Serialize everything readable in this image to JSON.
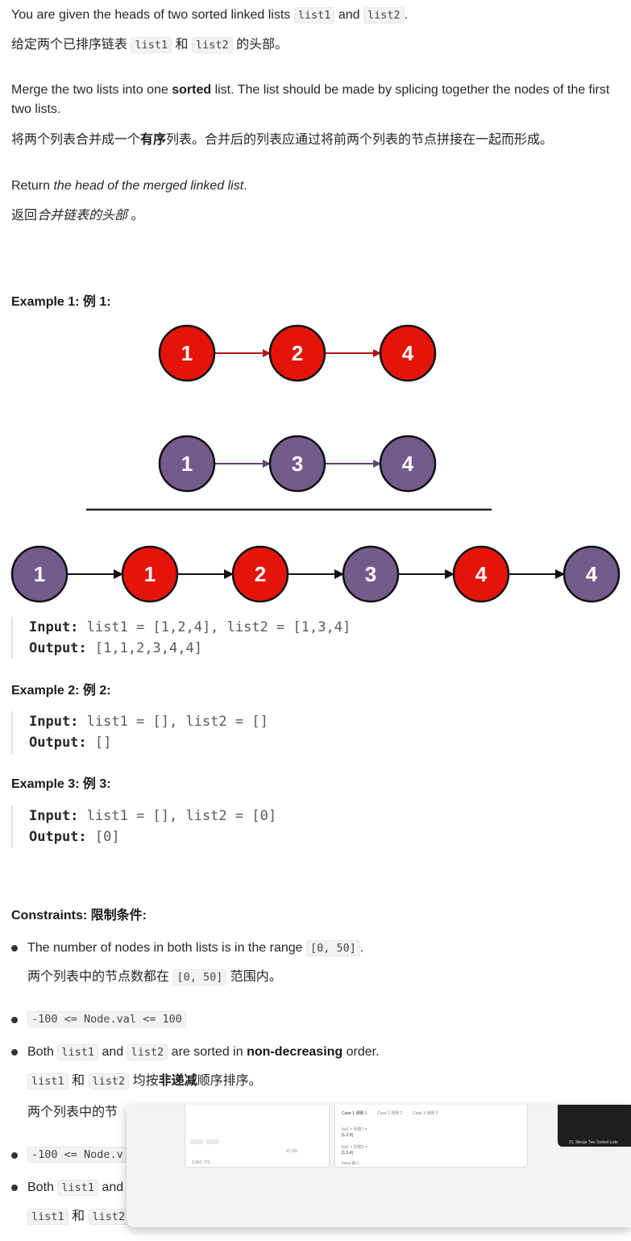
{
  "intro": {
    "en_pre": "You are given the heads of two sorted linked lists ",
    "list1": "list1",
    "and": " and ",
    "list2": "list2",
    "en_end": ".",
    "zh_pre": "给定两个已排序链表 ",
    "zh_and": " 和 ",
    "zh_end": " 的头部。"
  },
  "merge": {
    "en_pre": "Merge the two lists into one ",
    "en_bold": "sorted",
    "en_post": " list. The list should be made by splicing together the nodes of the first two lists.",
    "zh_pre": "将两个列表合并成一个",
    "zh_bold": "有序",
    "zh_post": "列表。合并后的列表应通过将前两个列表的节点拼接在一起而形成。"
  },
  "ret": {
    "en_pre": "Return ",
    "en_italic": "the head of the merged linked list",
    "en_end": ".",
    "zh_pre": "返回",
    "zh_italic": "合并链表的头部",
    "zh_end": " 。"
  },
  "examples": [
    {
      "title": "Example 1:  例 1:",
      "input_label": "Input:",
      "input": " list1 = [1,2,4], list2 = [1,3,4]",
      "output_label": "Output:",
      "output": " [1,1,2,3,4,4]"
    },
    {
      "title": "Example 2:  例 2:",
      "input_label": "Input:",
      "input": " list1 = [], list2 = []",
      "output_label": "Output:",
      "output": " []"
    },
    {
      "title": "Example 3:  例 3:",
      "input_label": "Input:",
      "input": " list1 = [], list2 = [0]",
      "output_label": "Output:",
      "output": " [0]"
    }
  ],
  "diagram": {
    "red": "#e5140a",
    "purple": "#735b8c",
    "list1_nodes": [
      "1",
      "2",
      "4"
    ],
    "list2_nodes": [
      "1",
      "3",
      "4"
    ],
    "merged_nodes": [
      "1",
      "1",
      "2",
      "3",
      "4",
      "4"
    ],
    "merged_colors": [
      "purple",
      "red",
      "red",
      "purple",
      "red",
      "purple"
    ]
  },
  "constraints": {
    "title": "Constraints:  限制条件:",
    "c1_en_pre": "The number of nodes in both lists is in the range ",
    "c1_code": "[0, 50]",
    "c1_en_end": ".",
    "c1_zh_pre": "两个列表中的节点数都在 ",
    "c1_zh_end": " 范围内。",
    "c2_code": "-100 <= Node.val <= 100",
    "c3_en_pre": "Both ",
    "c3_en_list1": "list1",
    "c3_en_and": " and ",
    "c3_en_list2": "list2",
    "c3_en_mid": " are sorted in ",
    "c3_en_bold": "non-decreasing",
    "c3_en_end": " order.",
    "c3_zh_and": " 和 ",
    "c3_zh_mid": " 均按",
    "c3_zh_bold": "非递减",
    "c3_zh_end": "顺序排序。",
    "dup_zh": "两个列表中的节",
    "dup_code": "-100 <= Node.v",
    "dup_en": "Both ",
    "dup_list1": "list1",
    "dup_and": " and",
    "dup_list2": "list2",
    "dup_list1b": "list1",
    "dup_zh_and": " 和 "
  },
  "overlay": {
    "tab1": "Case 1  测例 1",
    "tab2": "Case 2  测例 2",
    "tab3": "Case 3  测例 3",
    "list1_label": "list1 =  列表1 =",
    "list1_val": "[1,2,4]",
    "list2_label": "list2 =  列表2 =",
    "list2_val": "[1,3,4]",
    "input_label": "Input  输入",
    "count": "3,841,770",
    "percent": "67.6%",
    "merge_item": "21. Merge Two Sorted Lists"
  }
}
